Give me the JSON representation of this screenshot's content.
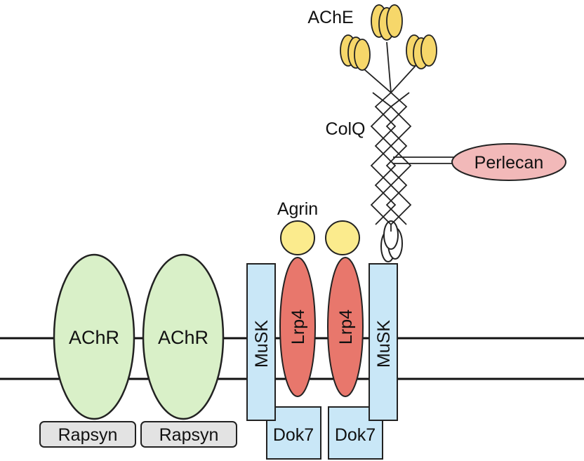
{
  "labels": {
    "ache": "AChE",
    "colq": "ColQ",
    "perlecan": "Perlecan",
    "agrin": "Agrin",
    "achr_left": "AChR",
    "achr_right": "AChR",
    "musk_left": "MuSK",
    "lrp4_left": "Lrp4",
    "lrp4_right": "Lrp4",
    "musk_right": "MuSK",
    "rapsyn_left": "Rapsyn",
    "rapsyn_right": "Rapsyn",
    "dok7_left": "Dok7",
    "dok7_right": "Dok7"
  },
  "colors": {
    "membrane": "#111111",
    "achr_fill": "#d9f0c8",
    "rapsyn_fill": "#e3e3e3",
    "musk_fill": "#c9e7f7",
    "lrp4_fill": "#e8776c",
    "dok7_fill": "#c9e7f7",
    "agrin_fill": "#fbeb8d",
    "ache_fill": "#f6d76a",
    "perlecan_fill": "#f2b9b9",
    "anchor_fill": "#ffffff",
    "outline": "#222222"
  }
}
